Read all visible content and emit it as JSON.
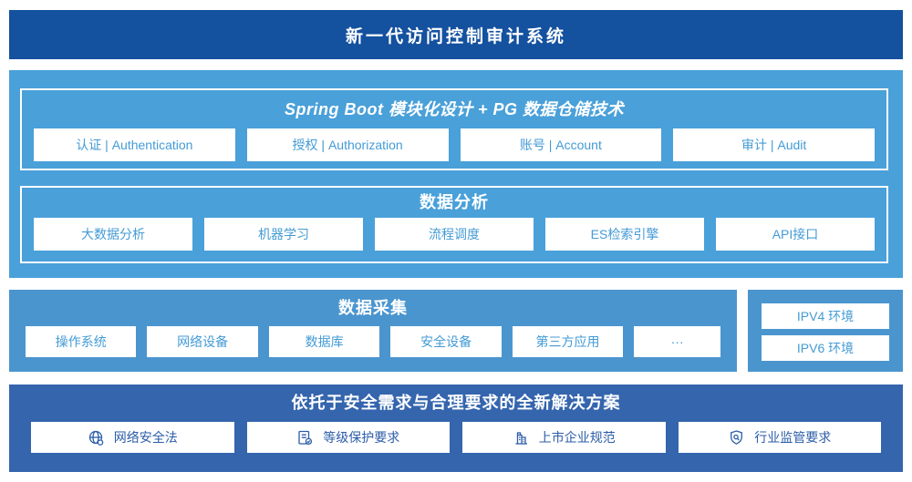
{
  "banner": {
    "title": "新一代访问控制审计系统"
  },
  "platform": {
    "modules": {
      "title": "Spring Boot 模块化设计 + PG 数据仓储技术",
      "items": [
        "认证 | Authentication",
        "授权 | Authorization",
        "账号 | Account",
        "审计 | Audit"
      ]
    },
    "analysis": {
      "title": "数据分析",
      "items": [
        "大数据分析",
        "机器学习",
        "流程调度",
        "ES检索引擎",
        "API接口"
      ]
    }
  },
  "collection": {
    "title": "数据采集",
    "items": [
      "操作系统",
      "网络设备",
      "数据库",
      "安全设备",
      "第三方应用",
      "···"
    ]
  },
  "ipv": {
    "items": [
      "IPV4 环境",
      "IPV6 环境"
    ]
  },
  "solution": {
    "title": "依托于安全需求与合理要求的全新解决方案",
    "items": [
      {
        "icon": "globe-network-icon",
        "label": "网络安全法"
      },
      {
        "icon": "document-check-icon",
        "label": "等级保护要求"
      },
      {
        "icon": "building-icon",
        "label": "上市企业规范"
      },
      {
        "icon": "shield-search-icon",
        "label": "行业监管要求"
      }
    ]
  },
  "colors": {
    "banner_bg": "#14519F",
    "platform_bg": "#4AA0D9",
    "collection_bg": "#4B95CF",
    "solution_bg": "#3565AD",
    "box_text_light": "#449BD5",
    "box_text_dark": "#2B5CA8",
    "white": "#FFFFFF"
  }
}
